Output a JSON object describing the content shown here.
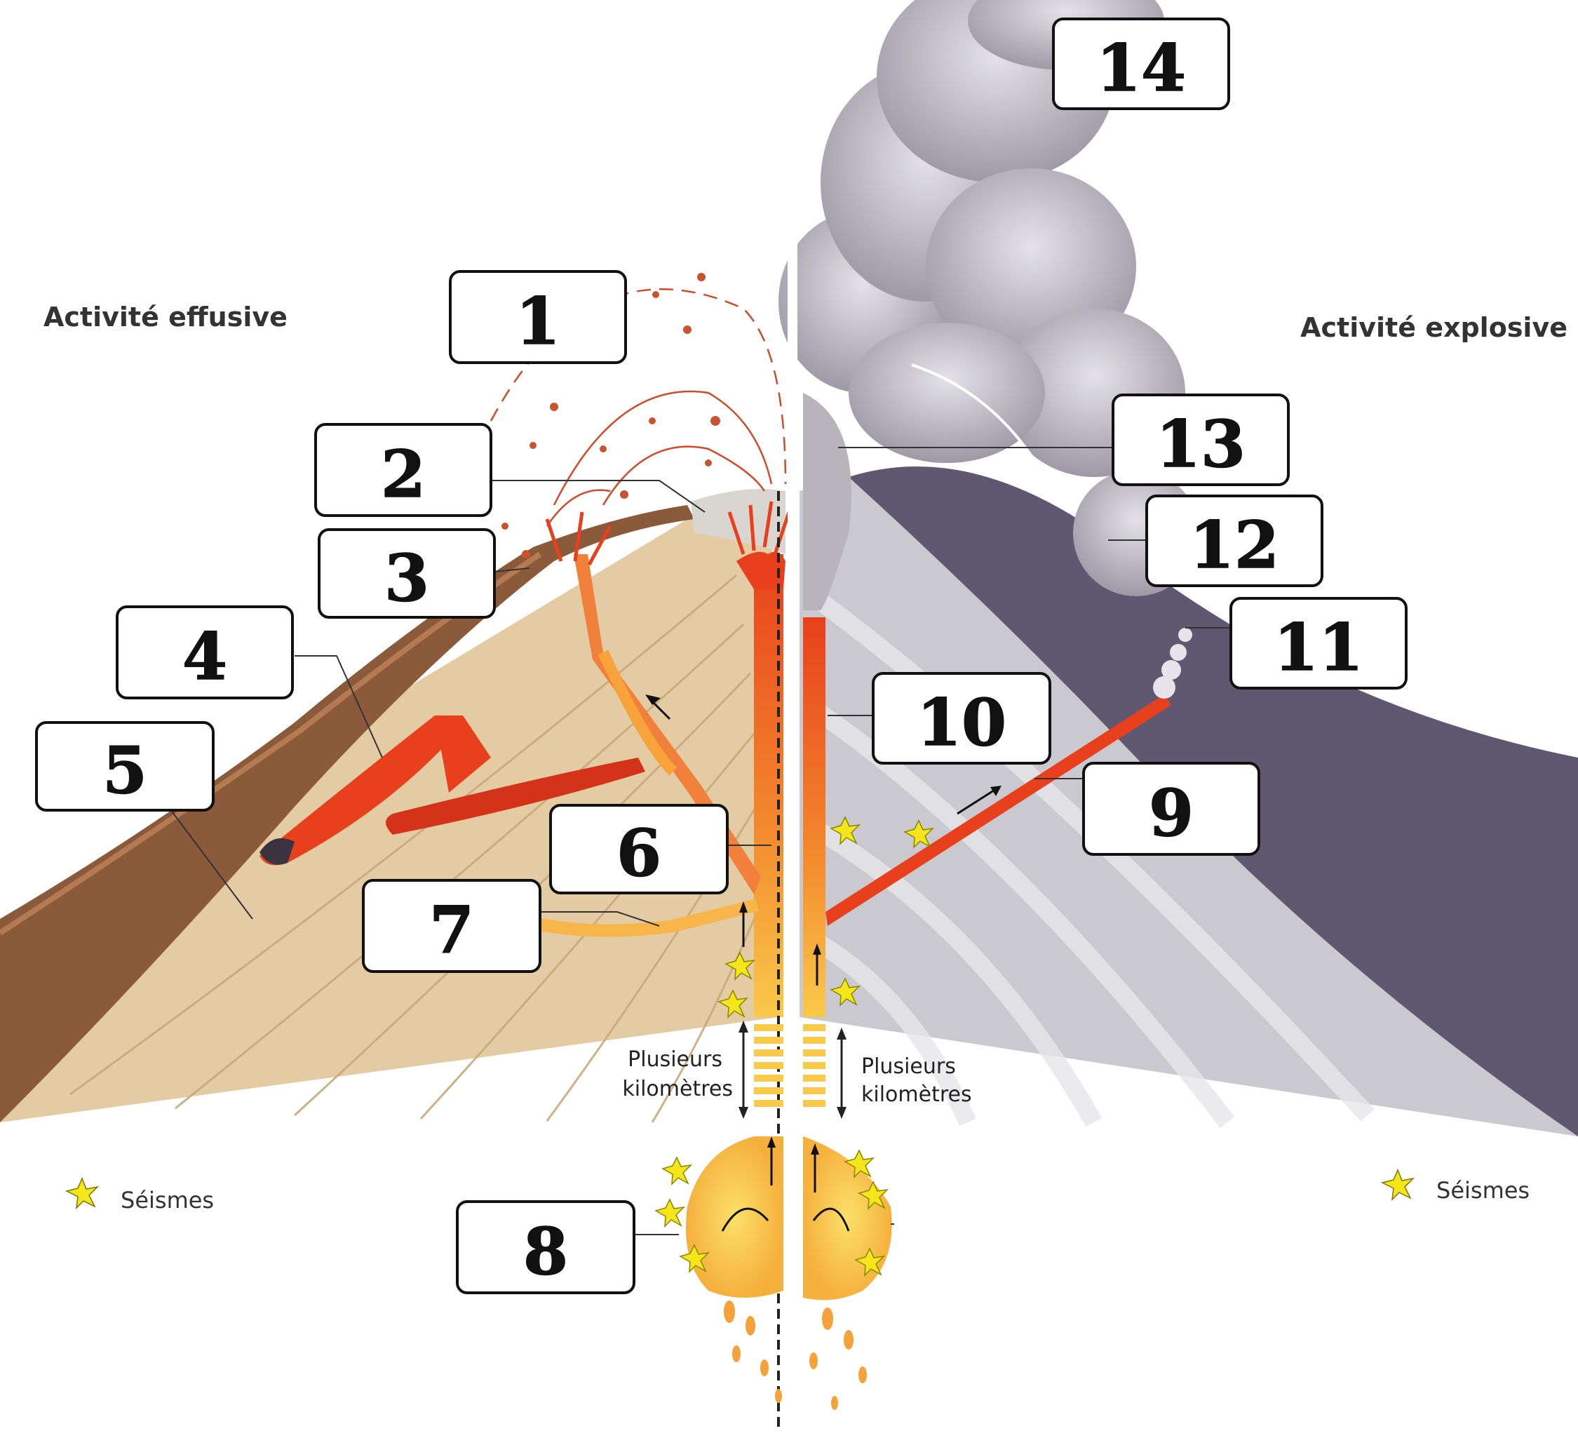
{
  "captions": {
    "left": "Activité effusive",
    "right": "Activité explosive"
  },
  "legend": {
    "left_label": "Séismes",
    "right_label": "Séismes",
    "icon": "star-burst-icon",
    "icon_color": "#f5e61b"
  },
  "depth_note": {
    "left_line1": "Plusieurs",
    "left_line2": "kilomètres",
    "right_line1": "Plusieurs",
    "right_line2": "kilomètres"
  },
  "label_boxes": [
    {
      "number": "1"
    },
    {
      "number": "2"
    },
    {
      "number": "3"
    },
    {
      "number": "4"
    },
    {
      "number": "5"
    },
    {
      "number": "6"
    },
    {
      "number": "7"
    },
    {
      "number": "8"
    },
    {
      "number": "9"
    },
    {
      "number": "10"
    },
    {
      "number": "11"
    },
    {
      "number": "12"
    },
    {
      "number": "13"
    },
    {
      "number": "14"
    }
  ],
  "colors": {
    "lava_red": "#e8401c",
    "lava_orange": "#f7a23a",
    "magma_yellow": "#f9c94a",
    "effusive_crust": "#8a5a3a",
    "effusive_layers": "#e3cba3",
    "explosive_cone": "#5e5870",
    "explosive_layers": "#c9c9cf",
    "ash_cloud": "#a9a6b0"
  }
}
